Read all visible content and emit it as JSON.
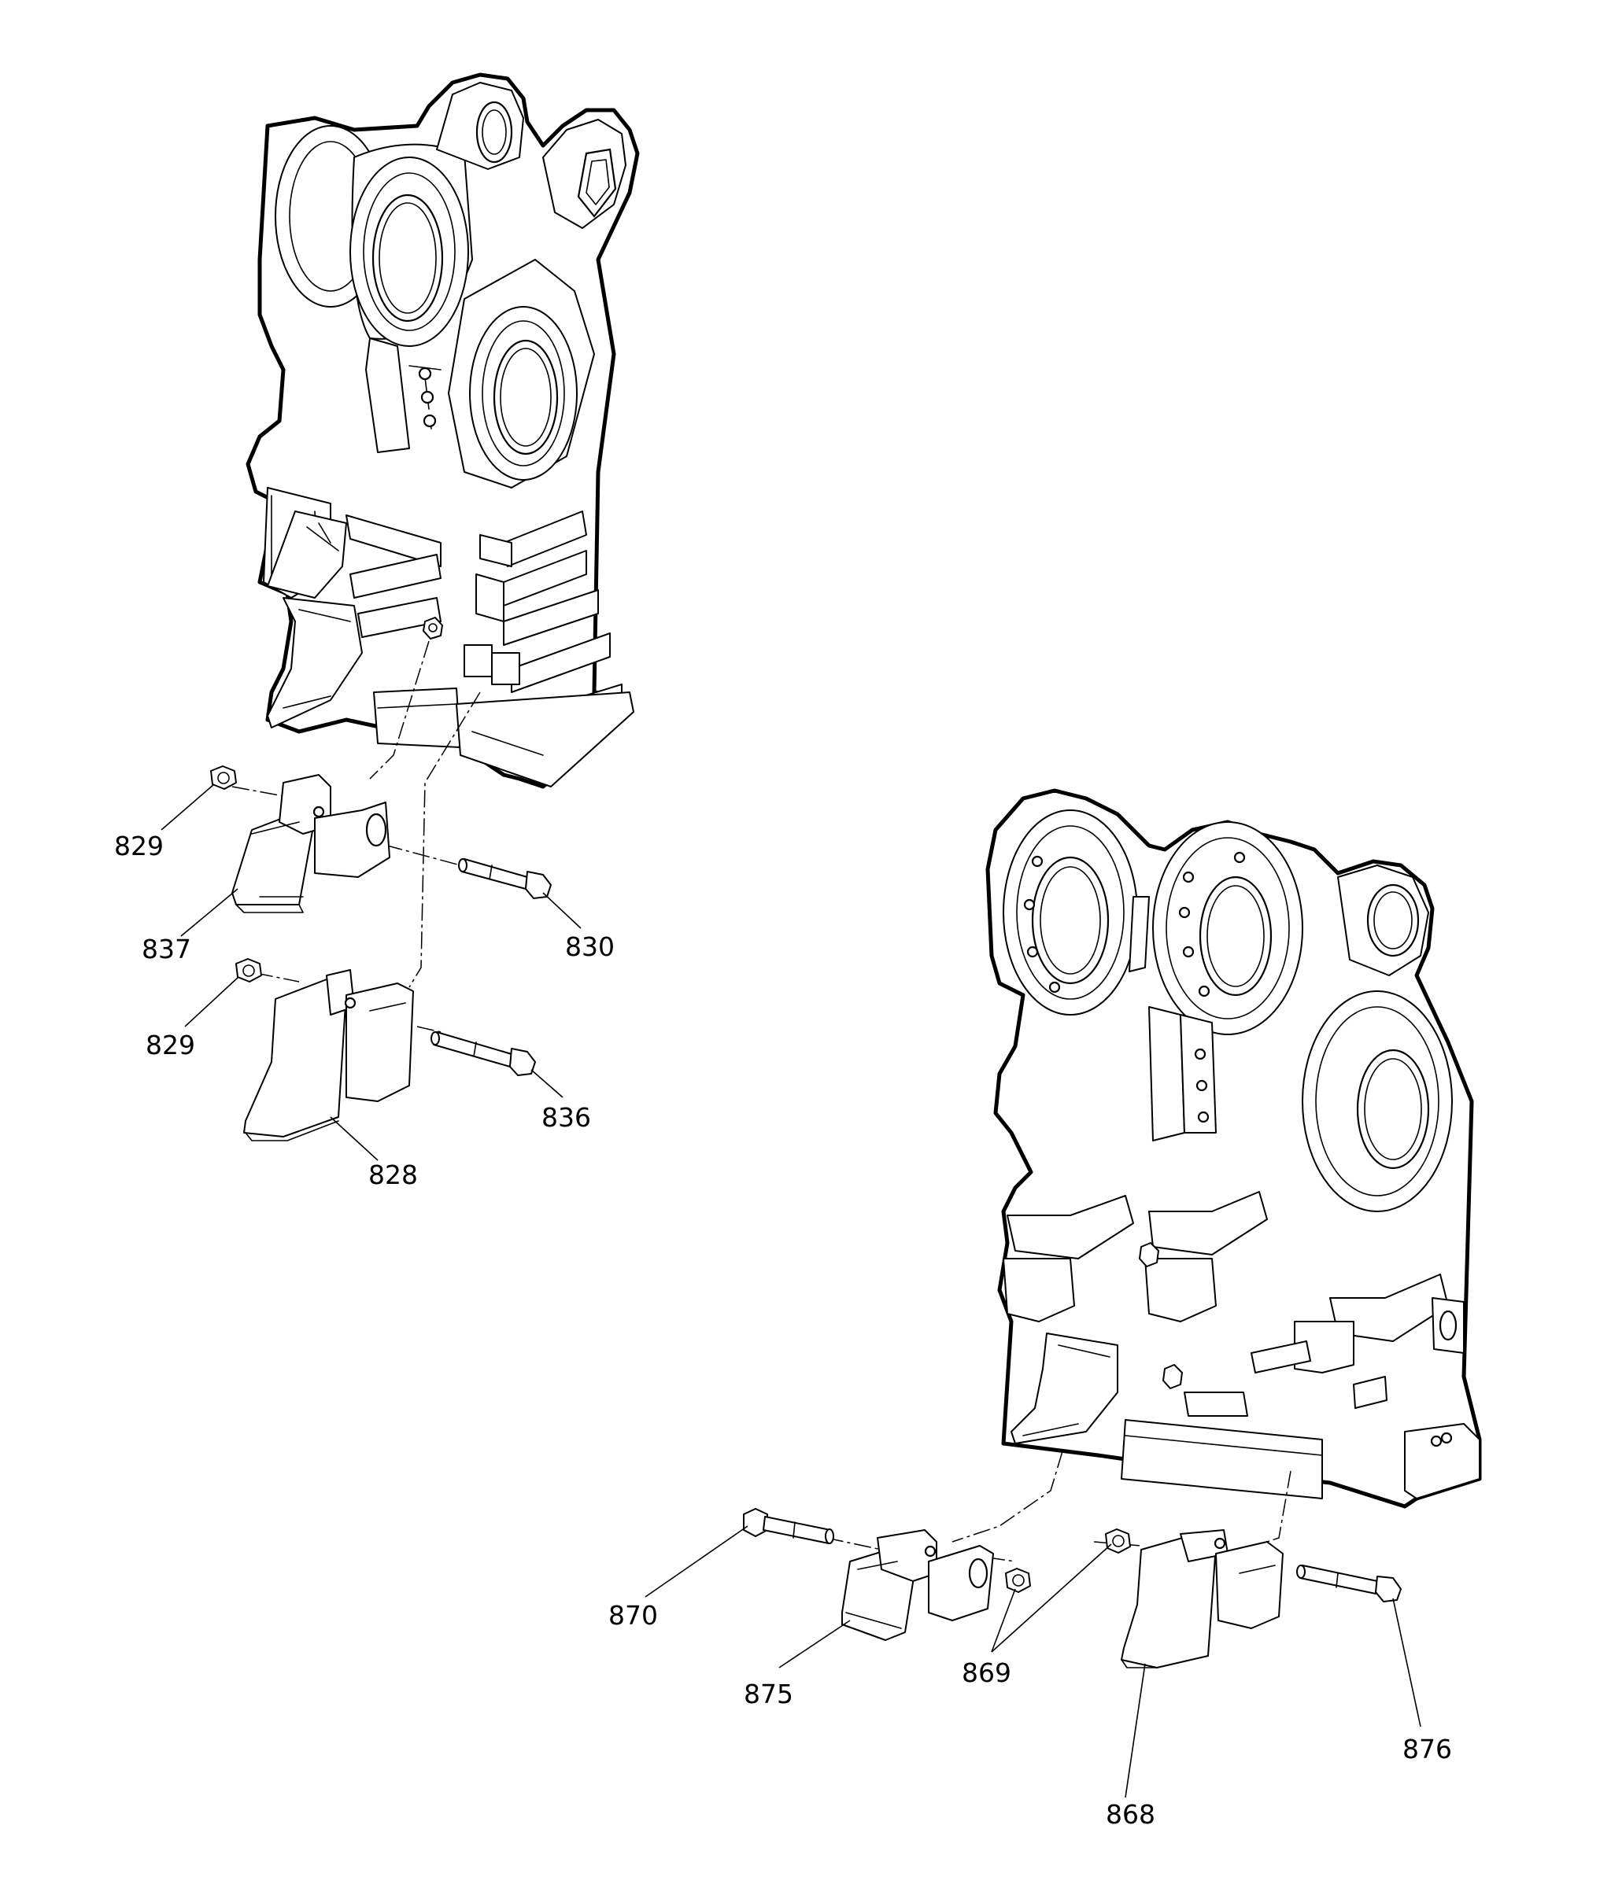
{
  "callouts": [
    {
      "id": "829a",
      "text": "829"
    },
    {
      "id": "837",
      "text": "837"
    },
    {
      "id": "830",
      "text": "830"
    },
    {
      "id": "829b",
      "text": "829"
    },
    {
      "id": "836",
      "text": "836"
    },
    {
      "id": "828",
      "text": "828"
    },
    {
      "id": "870",
      "text": "870"
    },
    {
      "id": "875",
      "text": "875"
    },
    {
      "id": "869",
      "text": "869"
    },
    {
      "id": "876",
      "text": "876"
    },
    {
      "id": "868",
      "text": "868"
    }
  ]
}
